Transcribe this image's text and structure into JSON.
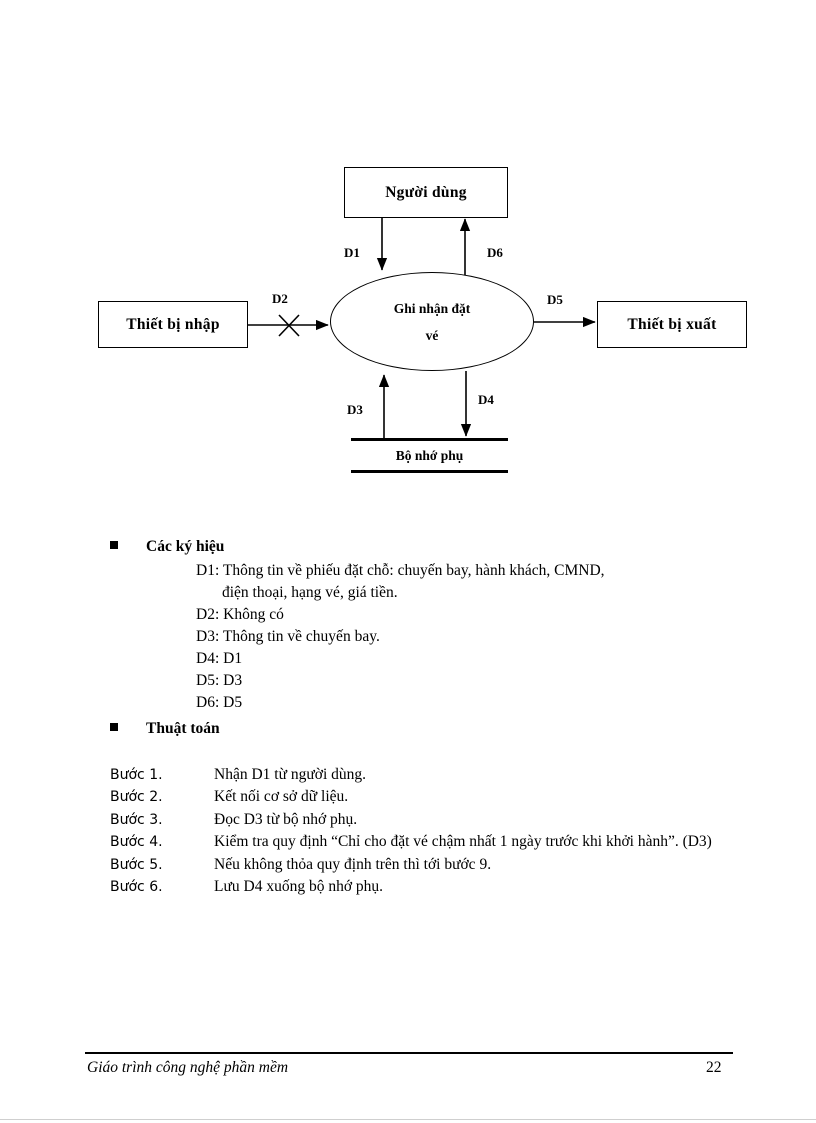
{
  "diagram": {
    "nodes": {
      "user": "Người dùng",
      "input_device": "Thiết bị nhập",
      "process_line1": "Ghi nhận đặt",
      "process_line2": "vé",
      "output_device": "Thiết bị xuất",
      "datastore": "Bộ nhớ phụ"
    },
    "edges": {
      "d1": "D1",
      "d2": "D2",
      "d3": "D3",
      "d4": "D4",
      "d5": "D5",
      "d6": "D6"
    }
  },
  "sections": {
    "symbols_heading": "Các ký hiệu",
    "algorithm_heading": "Thuật toán"
  },
  "symbols": [
    {
      "key": "D1:",
      "text": "Thông tin về phiếu đặt chỗ: chuyến bay, hành khách, CMND,",
      "cont": "điện thoại, hạng vé, giá tiền."
    },
    {
      "key": "D2:",
      "text": "Không có",
      "cont": ""
    },
    {
      "key": "D3:",
      "text": "Thông tin về chuyến bay.",
      "cont": ""
    },
    {
      "key": "D4:",
      "text": "D1",
      "cont": ""
    },
    {
      "key": "D5:",
      "text": "D3",
      "cont": ""
    },
    {
      "key": "D6:",
      "text": "D5",
      "cont": ""
    }
  ],
  "steps": [
    {
      "label": "Bước 1.",
      "text": "Nhận D1 từ người dùng."
    },
    {
      "label": "Bước 2.",
      "text": "Kết nối cơ sở dữ liệu."
    },
    {
      "label": "Bước 3.",
      "text": "Đọc D3 từ bộ nhớ phụ."
    },
    {
      "label": "Bước 4.",
      "text": "Kiểm tra quy định “Chỉ cho đặt vé chậm nhất 1 ngày trước khi khởi hành”. (D3)"
    },
    {
      "label": "Bước 5.",
      "text": "Nếu không thỏa quy định trên thì tới bước 9."
    },
    {
      "label": "Bước 6.",
      "text": "Lưu D4 xuống bộ nhớ phụ."
    }
  ],
  "footer": {
    "title": "Giáo trình công nghệ phần mềm",
    "page_number": "22"
  }
}
